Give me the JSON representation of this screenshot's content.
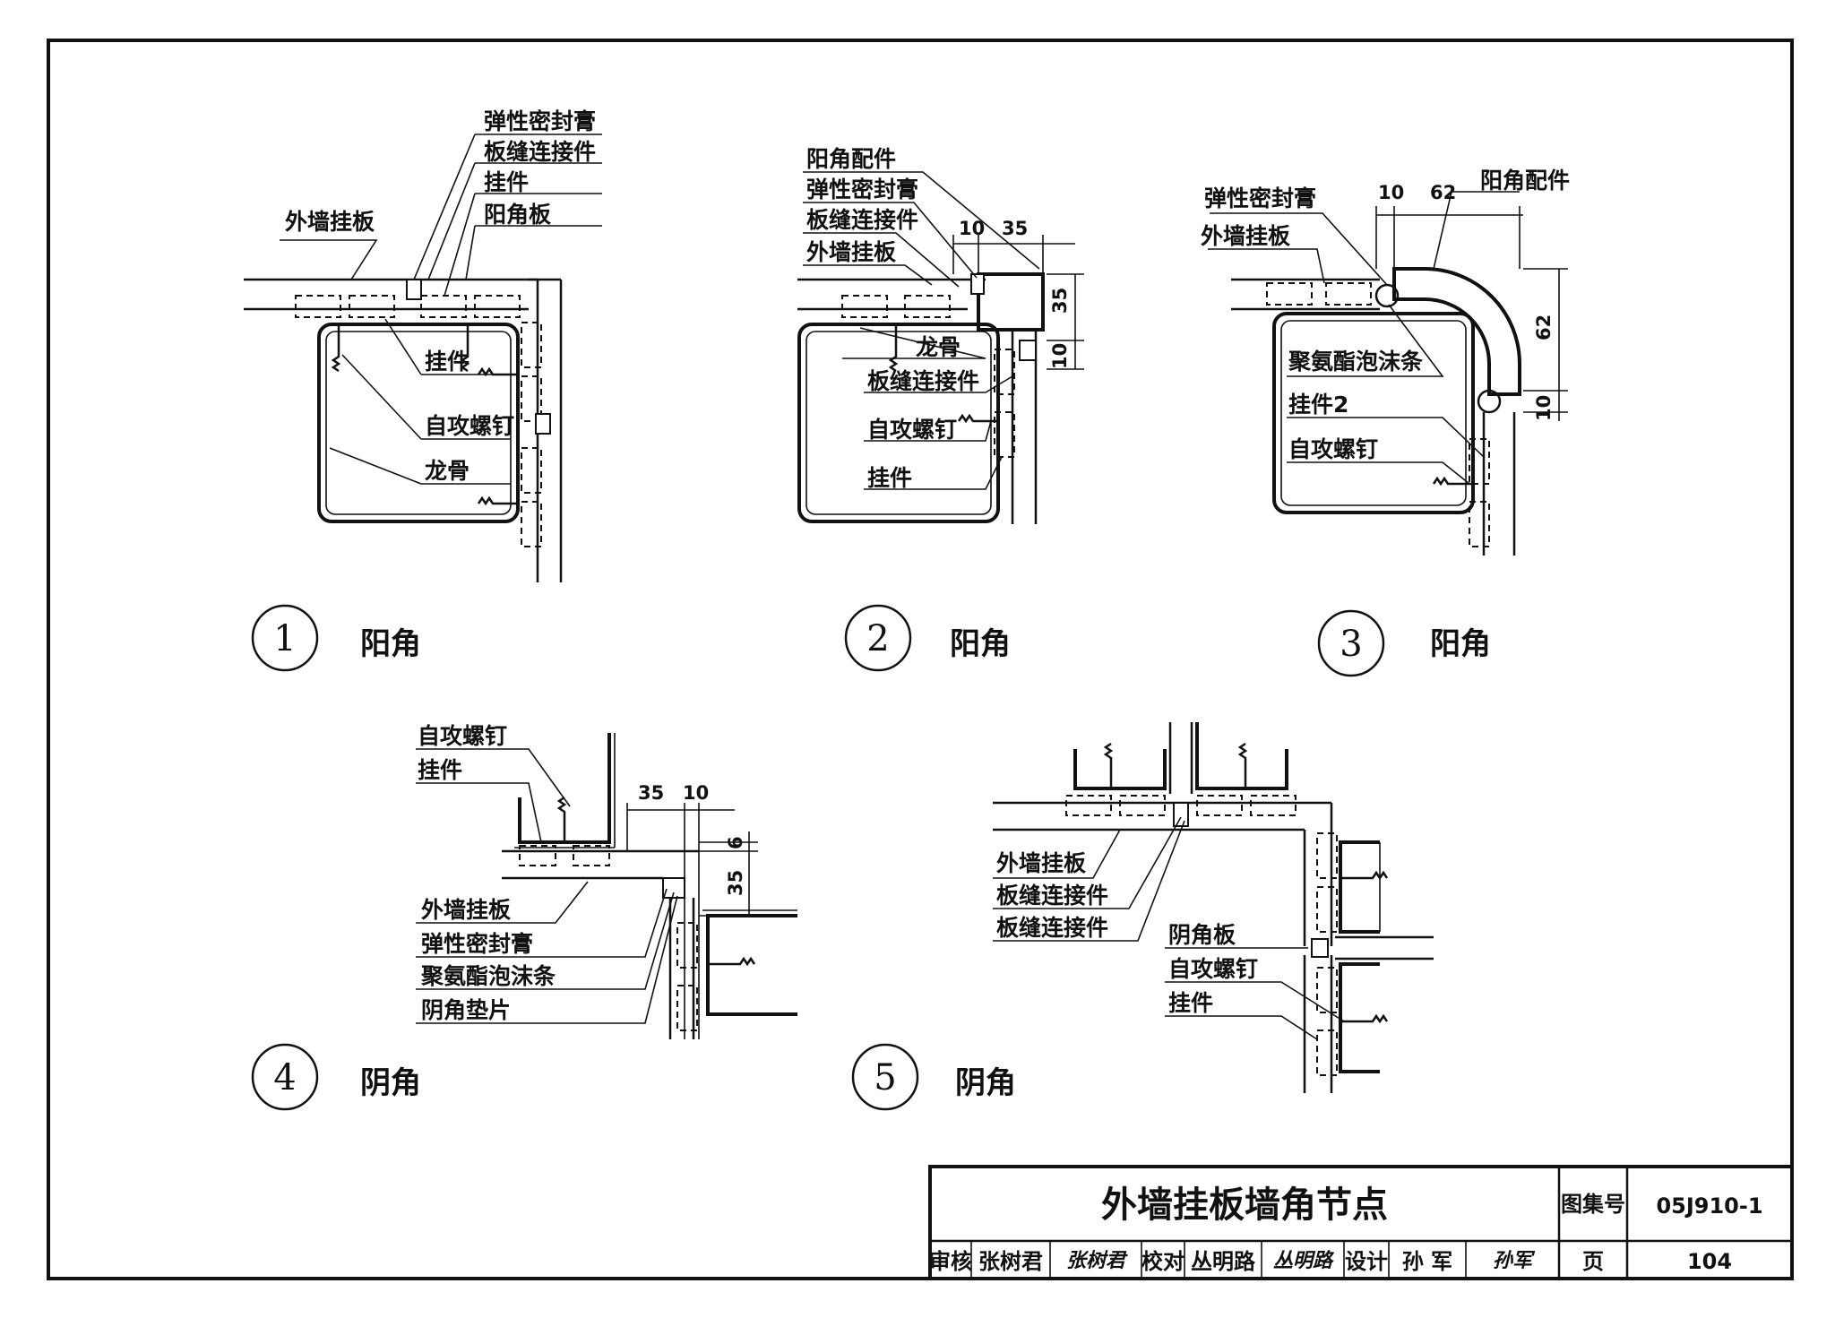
{
  "title_block": {
    "drawing_title": "外墙挂板墙角节点",
    "atlas_label": "图集号",
    "atlas_number": "05J910-1",
    "page_label": "页",
    "page_number": "104",
    "review_label": "审核",
    "reviewer": "张树君",
    "check_label": "校对",
    "checker": "丛明路",
    "design_label": "设计",
    "designer": "孙 军",
    "reviewer_signature": "张树君",
    "checker_signature": "丛明路",
    "designer_signature": "孙军"
  },
  "details": [
    {
      "number": "1",
      "caption": "阳角",
      "labels": [
        "弹性密封膏",
        "板缝连接件",
        "挂件",
        "外墙挂板",
        "阳角板",
        "挂件",
        "自攻螺钉",
        "龙骨"
      ]
    },
    {
      "number": "2",
      "caption": "阳角",
      "labels": [
        "阳角配件",
        "弹性密封膏",
        "板缝连接件",
        "外墙挂板",
        "龙骨",
        "板缝连接件",
        "自攻螺钉",
        "挂件"
      ],
      "dimensions": [
        "10",
        "35",
        "35",
        "10"
      ]
    },
    {
      "number": "3",
      "caption": "阳角",
      "labels": [
        "弹性密封膏",
        "外墙挂板",
        "阳角配件",
        "聚氨酯泡沫条",
        "挂件2",
        "自攻螺钉"
      ],
      "dimensions": [
        "10",
        "62",
        "62",
        "10"
      ]
    },
    {
      "number": "4",
      "caption": "阴角",
      "labels": [
        "自攻螺钉",
        "挂件",
        "外墙挂板",
        "弹性密封膏",
        "聚氨酯泡沫条",
        "阴角垫片"
      ],
      "dimensions": [
        "35",
        "10",
        "6",
        "35"
      ]
    },
    {
      "number": "5",
      "caption": "阴角",
      "labels": [
        "外墙挂板",
        "板缝连接件",
        "板缝连接件",
        "阴角板",
        "自攻螺钉",
        "挂件"
      ]
    }
  ]
}
